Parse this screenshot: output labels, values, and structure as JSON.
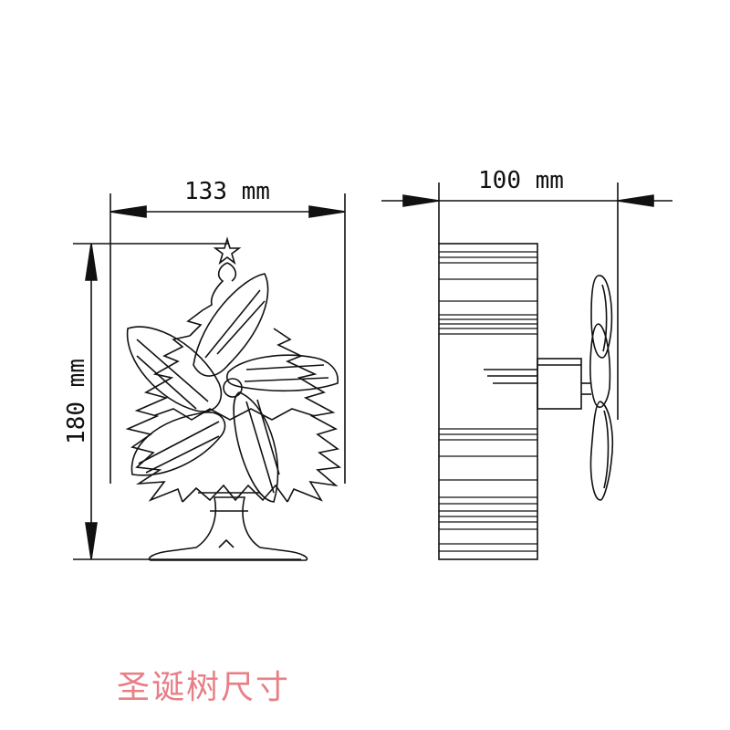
{
  "dimensions": {
    "width_label": "133 mm",
    "height_label": "180 mm",
    "depth_label": "100 mm"
  },
  "caption": "圣诞树尺寸",
  "colors": {
    "line": "#111111",
    "caption": "#e87f86",
    "background": "#ffffff"
  }
}
